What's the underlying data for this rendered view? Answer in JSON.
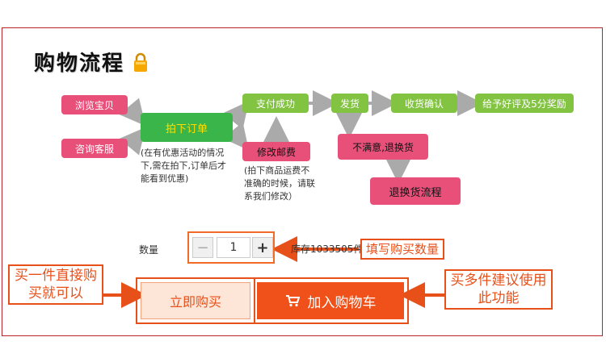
{
  "header": {
    "title": "购物流程"
  },
  "flow": {
    "browse": "浏览宝贝",
    "consult": "咨询客服",
    "order": "拍下订单",
    "order_note": "(在有优惠活动的情况下,需在拍下,订单后才能看到优惠)",
    "pay_success": "支付成功",
    "modify_postage": "修改邮费",
    "modify_note": "(拍下商品运费不准确的时候，请联系我们修改）",
    "ship": "发货",
    "confirm": "收货确认",
    "review": "给予好评及5分奖励",
    "unsatisfied": "不满意,退换货",
    "return_flow": "退换货流程"
  },
  "quantity": {
    "label": "数量",
    "value": "1",
    "minus": "−",
    "plus": "+",
    "stock": "库存1033505件"
  },
  "callouts": {
    "fill_qty": "填写购买数量",
    "buy_one": "买一件直接购买就可以",
    "buy_many": "买多件建议使用此功能"
  },
  "actions": {
    "buy_now": "立即购买",
    "add_to_cart": "加入购物车"
  },
  "colors": {
    "pink": "#e8507a",
    "green": "#82c341",
    "order_green": "#3ab54a",
    "accent": "#f0501a"
  }
}
